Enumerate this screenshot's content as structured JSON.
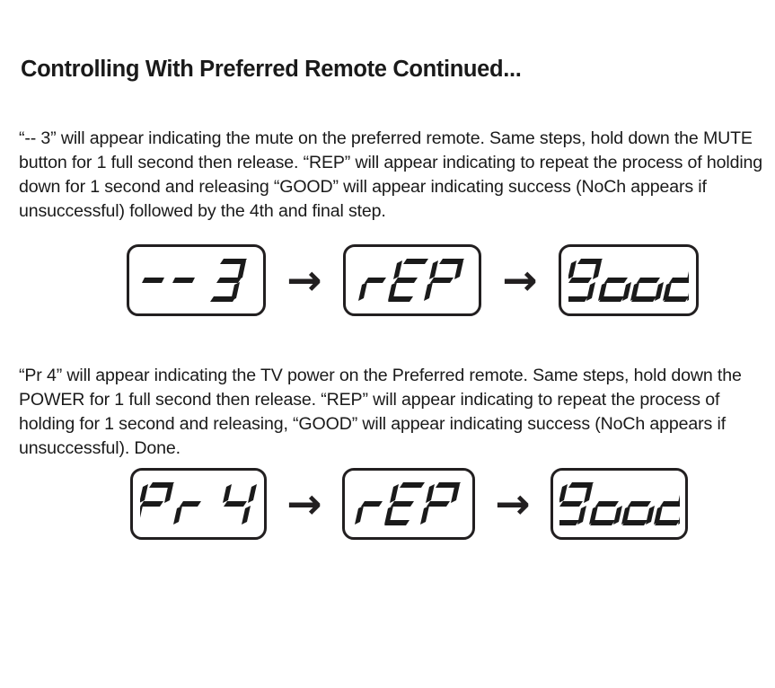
{
  "document": {
    "title": "Controlling With Preferred Remote Continued...",
    "background_color": "#ffffff",
    "text_color": "#1a1a1a",
    "display_border_color": "#221f20"
  },
  "sections": [
    {
      "id": "mute",
      "paragraph": "“-- 3” will appear indicating the mute on the preferred remote.  Same steps, hold down the MUTE button for 1 full second then release. “REP” will appear indicating to repeat the process of holding down for 1 second and releasing “GOOD” will appear indicating success (NoCh appears if unsuccessful) followed by the 4th and final step.",
      "sequence": {
        "displays": [
          {
            "text": "-- 3",
            "segments": "--_3"
          },
          {
            "text": "rEP",
            "segments": "rEP"
          },
          {
            "text": "9ood",
            "segments": "9ood"
          }
        ],
        "separator": "→"
      }
    },
    {
      "id": "power",
      "paragraph": "“Pr 4” will appear indicating the TV power on the Preferred remote.  Same steps, hold down the POWER for 1 full second then release.  “REP” will appear indicating to repeat the process of holding for 1 second and releasing, “GOOD” will appear indicating success (NoCh appears if unsuccessful). Done.",
      "sequence": {
        "displays": [
          {
            "text": "Pr 4",
            "segments": "Pr_4"
          },
          {
            "text": "rEP",
            "segments": "rEP"
          },
          {
            "text": "9ood",
            "segments": "9ood"
          }
        ],
        "separator": "→"
      }
    }
  ]
}
